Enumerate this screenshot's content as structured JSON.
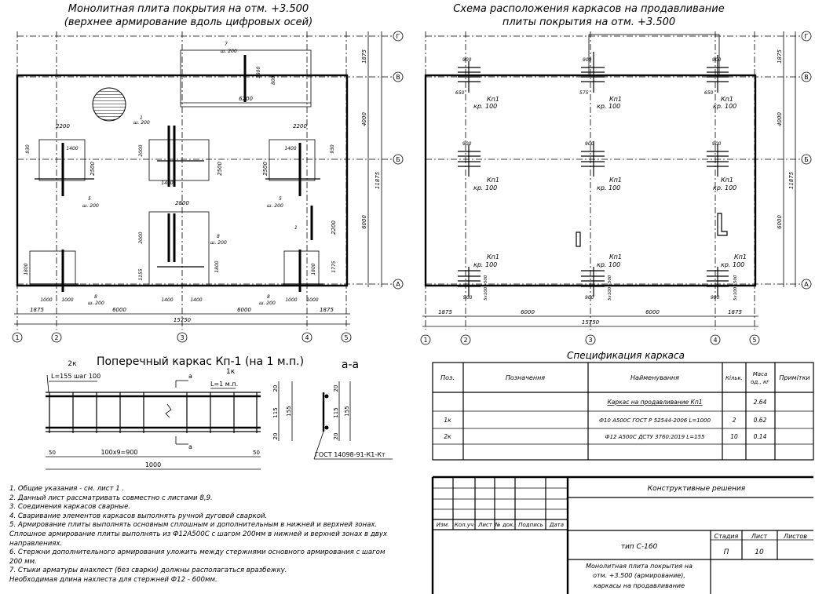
{
  "left_plan": {
    "title_line1": "Монолитная плита покрытия на отм. +3.500",
    "title_line2": "(верхнее армирование вдоль цифровых осей)",
    "axes_letters": [
      "Г",
      "В",
      "Б",
      "А"
    ],
    "axes_numbers": [
      "1",
      "2",
      "3",
      "4",
      "5"
    ],
    "dims_bottom": [
      "1875",
      "6000",
      "6000",
      "1875"
    ],
    "dim_total": "15750",
    "dims_right": [
      "1875",
      "4000",
      "6000"
    ],
    "dim_right_total": "11875",
    "dim_6200": "6200",
    "dim_2200": "2200",
    "dim_1400": "1400",
    "dim_2500": "2500",
    "dim_1000": "1000",
    "dim_1800": "1800",
    "dim_2000": "2000",
    "dim_2800": "2800",
    "dim_930": "930",
    "dim_1155": "1155",
    "dim_1775": "1775",
    "dim_800": "800",
    "mark_1": "1",
    "mark_5": "5",
    "mark_7": "7",
    "mark_8": "8",
    "step_200": "ш. 200"
  },
  "right_plan": {
    "title_line1": "Схема расположения каркасов на продавливание",
    "title_line2": "плиты покрытия на отм. +3.500",
    "frame_label": "Кп1",
    "frame_qty": "кр. 100",
    "dim_900": "900",
    "dim_650": "650",
    "dim_575": "575",
    "dim_5x100": "5х100=500",
    "axes_letters": [
      "Г",
      "В",
      "Б",
      "А"
    ],
    "axes_numbers": [
      "1",
      "2",
      "3",
      "4",
      "5"
    ],
    "dims_bottom": [
      "1875",
      "6000",
      "6000",
      "1875"
    ],
    "dim_total": "15750",
    "dims_right": [
      "1875",
      "4000",
      "6000"
    ],
    "dim_right_total": "11875"
  },
  "frame_detail": {
    "title": "Поперечный каркас Кп-1  (на 1 м.п.)",
    "section_title": "а-а",
    "pos_2k": "2к",
    "pos_1k": "1к",
    "label_l155": "L=155 шаг 100",
    "label_l1": "L=1 м.п.",
    "dim_100x9": "100х9=900",
    "dim_1000": "1000",
    "dim_50": "50",
    "dim_20": "20",
    "dim_115": "115",
    "dim_155": "155",
    "cut_a": "а",
    "gost": "ГОСТ 14098-91-К1-Кт"
  },
  "spec": {
    "title": "Спецификация каркаса",
    "headers": [
      "Поз.",
      "Позначення",
      "Найменування",
      "Кільк.",
      "Маса од., кг",
      "Примітки"
    ],
    "mass_line1": "Маса",
    "mass_line2": "од., кг",
    "rows": [
      {
        "pos": "",
        "code": "",
        "name": "Каркас на продавливание Кп1",
        "qty": "",
        "mass": "2.64",
        "note": ""
      },
      {
        "pos": "1к",
        "code": "",
        "name": "Ф10 А500С ГОСТ Р 52544-2006 L=1000",
        "qty": "2",
        "mass": "0.62",
        "note": ""
      },
      {
        "pos": "2к",
        "code": "",
        "name": "Ф12 А500С   ДСТУ 3760:2019    L=155",
        "qty": "10",
        "mass": "0.14",
        "note": ""
      }
    ]
  },
  "notes": [
    "1. Общие указания - см. лист 1 .",
    "2. Данный лист рассматривать совместно с листами 8,9.",
    "3. Соединения каркасов сварные.",
    "4. Сваривание элементов каркасов выполнять ручной дуговой сваркой.",
    "5. Армирование плиты выполнять основным сплошным и дополнительным в нижней и верхней зонах.",
    "Сплошное армирование плиты выполнять из Ф12А500С с шагом 200мм в нижней и верхней зонах в двух",
    "направлениях.",
    "6. Стержни дополнительного армирования уложить между стержнями основного армирования с шагом",
    "200 мм.",
    "7. Стыки арматуры внахлест (без сварки) должны располагаться вразбежку.",
    "Необходимая длина нахлеста для стержней Ф12 - 600мм."
  ],
  "stamp": {
    "headers": [
      "Изм.",
      "Кол.уч",
      "Лист",
      "№ док.",
      "Подпись",
      "Дата"
    ],
    "section": "Конструктивные решения",
    "type": "тип С-160",
    "stage_label": "Стадия",
    "sheet_label": "Лист",
    "sheets_label": "Листов",
    "stage": "П",
    "sheet": "10",
    "sheets": "",
    "desc_line1": "Монолитная плита покрытия на",
    "desc_line2": "отм. +3.500 (армирование),",
    "desc_line3": "каркасы на продавливание"
  }
}
